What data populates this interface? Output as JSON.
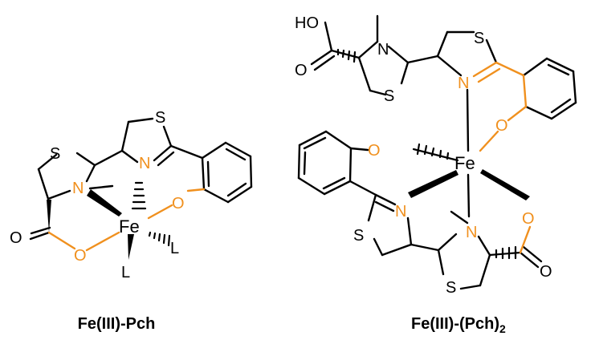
{
  "colors": {
    "bond": "#000000",
    "donor": "#F0901E",
    "background": "#ffffff"
  },
  "atoms": {
    "S": "S",
    "N": "N",
    "O": "O",
    "Fe": "Fe",
    "L": "L",
    "HO": "HO"
  },
  "left_complex": {
    "caption": "Fe(III)-Pch"
  },
  "right_complex": {
    "caption_main": "Fe(III)-(Pch)",
    "caption_sub": "2"
  }
}
